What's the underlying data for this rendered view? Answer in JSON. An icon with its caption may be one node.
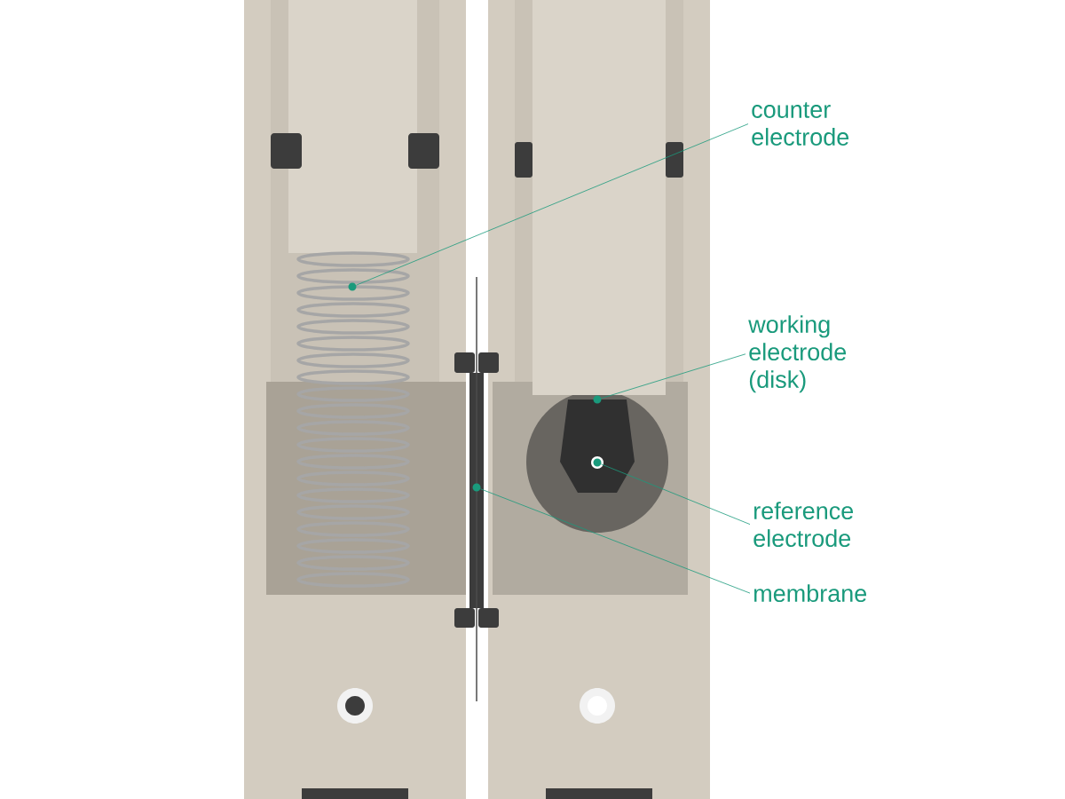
{
  "diagram": {
    "nodes": [
      {
        "text": [
          "counter electrode"
        ]
      },
      {
        "text": [],
        "shape": "circle"
      },
      {
        "text": [
          "working electrode (disk)"
        ]
      },
      {
        "text": [],
        "shape": "circle"
      },
      {
        "text": [
          "reference electrode"
        ]
      },
      {
        "text": [],
        "shape": "circle"
      },
      {
        "text": [
          "membrane"
        ]
      },
      {
        "text": [],
        "shape": "circle"
      }
    ],
    "edges": [
      {
        "from": 0,
        "to": 1,
        "arrow": "none"
      },
      {
        "from": 2,
        "to": 3,
        "arrow": "none"
      },
      {
        "from": 4,
        "to": 5,
        "arrow": "none"
      },
      {
        "from": 6,
        "to": 7,
        "arrow": "none"
      }
    ]
  }
}
